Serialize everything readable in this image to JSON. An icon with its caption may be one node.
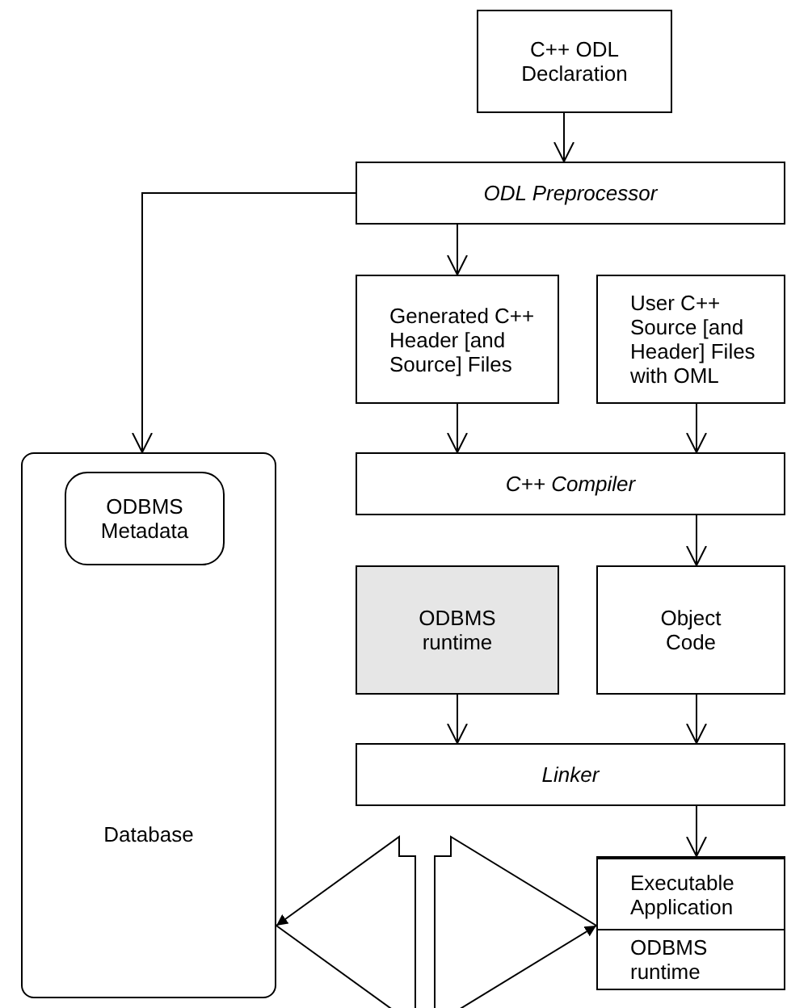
{
  "diagram": {
    "nodes": [
      {
        "text": [
          "C++ ODL Declaration"
        ]
      },
      {
        "text": [
          "ODL Preprocessor"
        ]
      },
      {
        "text": [
          "Generated C++ Header [and Source] Files"
        ]
      },
      {
        "text": [
          "User C++ Source [and Header] Files with OML"
        ]
      },
      {
        "text": [
          "Database"
        ]
      },
      {
        "text": [
          "ODBMS Metadata"
        ],
        "in": 4
      },
      {
        "text": [
          "C++ Compiler"
        ]
      },
      {
        "text": [
          "ODBMS runtime"
        ]
      },
      {
        "text": [
          "Object Code"
        ]
      },
      {
        "text": [
          "Linker"
        ]
      },
      {
        "text": [
          "Executable Application"
        ]
      },
      {
        "text": [
          "ODBMS runtime"
        ]
      }
    ],
    "edges": [
      {
        "from": 0,
        "to": 1,
        "arrow": "to"
      },
      {
        "from": 1,
        "to": 4,
        "arrow": "to"
      },
      {
        "from": 1,
        "to": 2,
        "arrow": "to"
      },
      {
        "from": 2,
        "to": 6,
        "arrow": "to"
      },
      {
        "from": 3,
        "to": 6,
        "arrow": "to"
      },
      {
        "from": 6,
        "to": 8,
        "arrow": "to"
      },
      {
        "from": 7,
        "to": 9,
        "arrow": "to"
      },
      {
        "from": 8,
        "to": 9,
        "arrow": "to"
      },
      {
        "from": 9,
        "to": 10,
        "arrow": "to"
      },
      {
        "from": 4,
        "to": 10,
        "arrow": "both"
      }
    ]
  }
}
